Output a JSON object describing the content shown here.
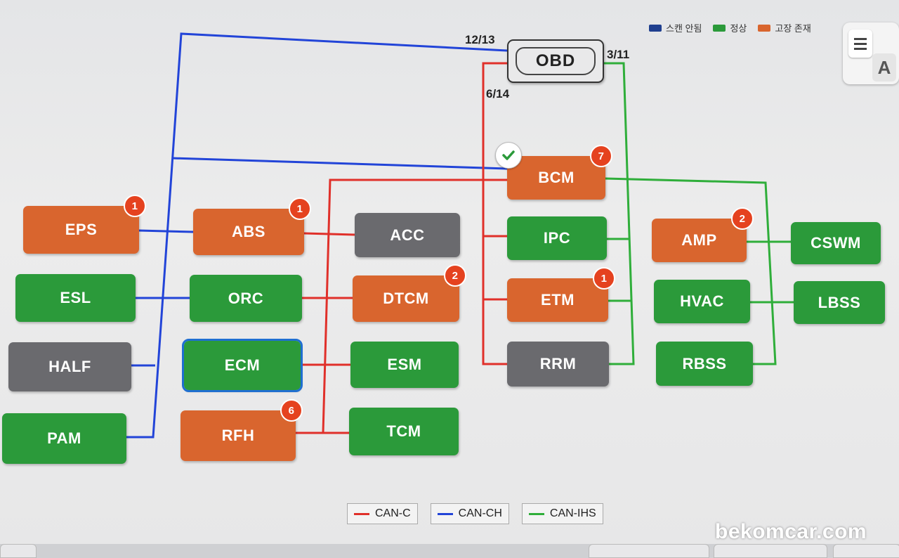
{
  "status_legend": [
    {
      "label": "스캔 안됨",
      "color": "#1f3f8f"
    },
    {
      "label": "정상",
      "color": "#2b9a3a"
    },
    {
      "label": "고장 존재",
      "color": "#d9652e"
    }
  ],
  "obd": {
    "label": "OBD",
    "port_left": "12/13",
    "port_right": "3/11",
    "port_bottom": "6/14"
  },
  "modules": {
    "eps": {
      "label": "EPS",
      "badge": "1"
    },
    "esl": {
      "label": "ESL"
    },
    "half": {
      "label": "HALF"
    },
    "pam": {
      "label": "PAM"
    },
    "abs": {
      "label": "ABS",
      "badge": "1"
    },
    "orc": {
      "label": "ORC"
    },
    "ecm": {
      "label": "ECM"
    },
    "rfh": {
      "label": "RFH",
      "badge": "6"
    },
    "acc": {
      "label": "ACC"
    },
    "dtcm": {
      "label": "DTCM",
      "badge": "2"
    },
    "esm": {
      "label": "ESM"
    },
    "tcm": {
      "label": "TCM"
    },
    "bcm": {
      "label": "BCM",
      "badge": "7"
    },
    "ipc": {
      "label": "IPC"
    },
    "etm": {
      "label": "ETM",
      "badge": "1"
    },
    "rrm": {
      "label": "RRM"
    },
    "amp": {
      "label": "AMP",
      "badge": "2"
    },
    "hvac": {
      "label": "HVAC"
    },
    "rbss": {
      "label": "RBSS"
    },
    "cswm": {
      "label": "CSWM"
    },
    "lbss": {
      "label": "LBSS"
    }
  },
  "bus_legend": [
    {
      "label": "CAN-C",
      "color": "#e0302a"
    },
    {
      "label": "CAN-CH",
      "color": "#2244d8"
    },
    {
      "label": "CAN-IHS",
      "color": "#2fae3a"
    }
  ],
  "translate": {
    "letter": "A"
  },
  "watermark": "bekomcar.com"
}
